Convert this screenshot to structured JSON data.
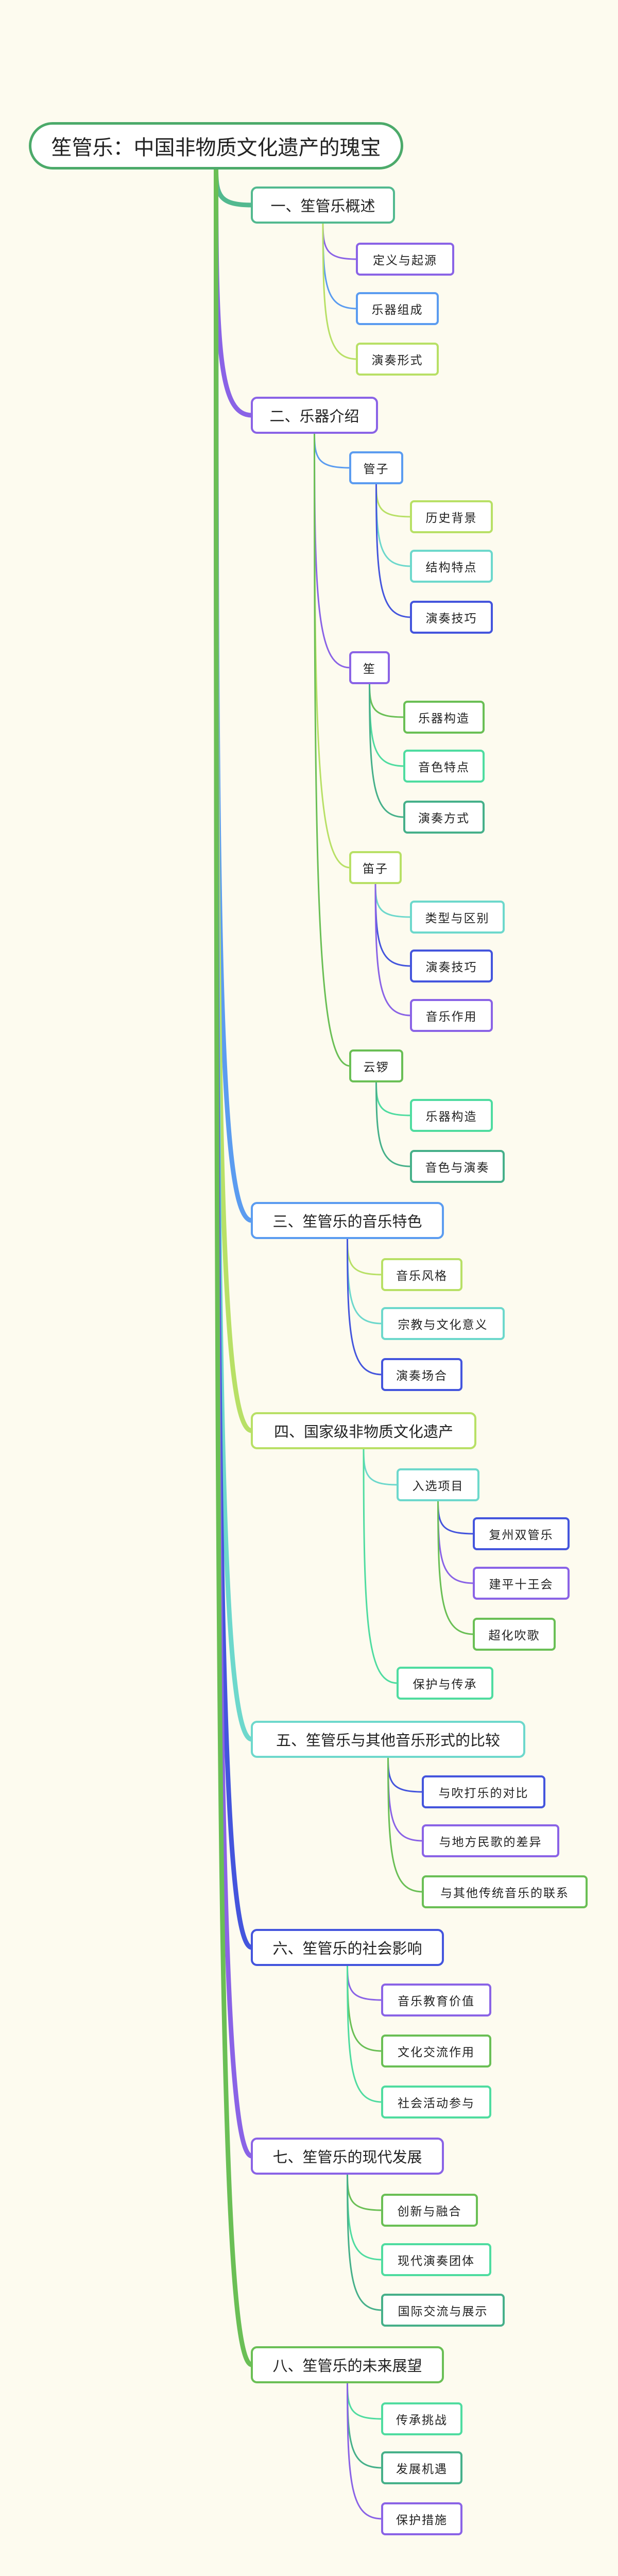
{
  "palette": {
    "root": "#4caa6a",
    "seagreen": "#52b98f",
    "purple": "#8a63e6",
    "blue": "#5b9cf0",
    "green": "#6abf55",
    "lime": "#b8e066",
    "teal": "#6dd8cc",
    "mint": "#4fdca0",
    "darkteal": "#46b08a",
    "indigo": "#4455dd"
  },
  "root": {
    "title": "笙管乐：中国非物质文化遗产的瑰宝"
  },
  "sections": [
    {
      "title": "一、笙管乐概述",
      "items": [
        {
          "label": "定义与起源"
        },
        {
          "label": "乐器组成"
        },
        {
          "label": "演奏形式"
        }
      ]
    },
    {
      "title": "二、乐器介绍",
      "items": [
        {
          "label": "管子",
          "children": [
            {
              "label": "历史背景"
            },
            {
              "label": "结构特点"
            },
            {
              "label": "演奏技巧"
            }
          ]
        },
        {
          "label": "笙",
          "children": [
            {
              "label": "乐器构造"
            },
            {
              "label": "音色特点"
            },
            {
              "label": "演奏方式"
            }
          ]
        },
        {
          "label": "笛子",
          "children": [
            {
              "label": "类型与区别"
            },
            {
              "label": "演奏技巧"
            },
            {
              "label": "音乐作用"
            }
          ]
        },
        {
          "label": "云锣",
          "children": [
            {
              "label": "乐器构造"
            },
            {
              "label": "音色与演奏"
            }
          ]
        }
      ]
    },
    {
      "title": "三、笙管乐的音乐特色",
      "items": [
        {
          "label": "音乐风格"
        },
        {
          "label": "宗教与文化意义"
        },
        {
          "label": "演奏场合"
        }
      ]
    },
    {
      "title": "四、国家级非物质文化遗产",
      "items": [
        {
          "label": "入选项目",
          "children": [
            {
              "label": "复州双管乐"
            },
            {
              "label": "建平十王会"
            },
            {
              "label": "超化吹歌"
            }
          ]
        },
        {
          "label": "保护与传承"
        }
      ]
    },
    {
      "title": "五、笙管乐与其他音乐形式的比较",
      "items": [
        {
          "label": "与吹打乐的对比"
        },
        {
          "label": "与地方民歌的差异"
        },
        {
          "label": "与其他传统音乐的联系"
        }
      ]
    },
    {
      "title": "六、笙管乐的社会影响",
      "items": [
        {
          "label": "音乐教育价值"
        },
        {
          "label": "文化交流作用"
        },
        {
          "label": "社会活动参与"
        }
      ]
    },
    {
      "title": "七、笙管乐的现代发展",
      "items": [
        {
          "label": "创新与融合"
        },
        {
          "label": "现代演奏团体"
        },
        {
          "label": "国际交流与展示"
        }
      ]
    },
    {
      "title": "八、笙管乐的未来展望",
      "items": [
        {
          "label": "传承挑战"
        },
        {
          "label": "发展机遇"
        },
        {
          "label": "保护措施"
        }
      ]
    }
  ]
}
